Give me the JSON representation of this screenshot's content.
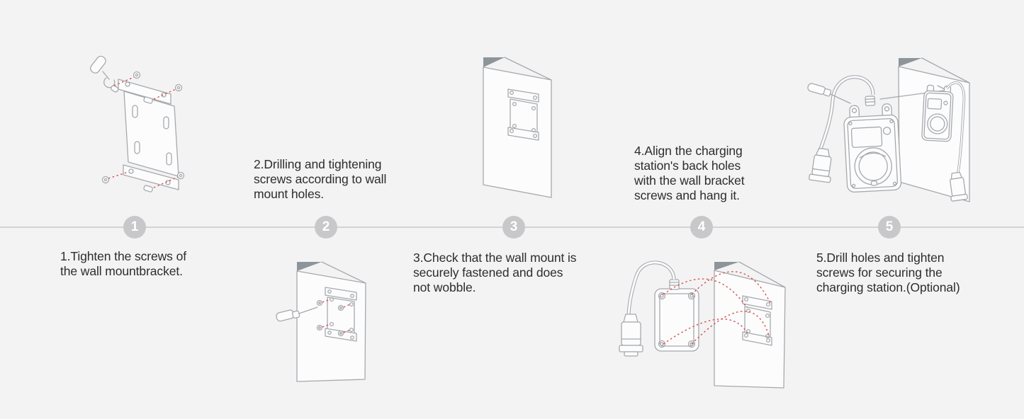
{
  "page": {
    "background": "#f3f3f4",
    "type": "installation-guide"
  },
  "timeline": {
    "line_color": "#d3d3d6",
    "circle_color": "#c8c8ca",
    "number_color": "#ffffff"
  },
  "colors": {
    "line_art": "#a6a9ad",
    "accent_red": "#d6514d",
    "wall_fold": "#8d959b",
    "text": "#2d2d2d",
    "panel_fill": "#fcfcfd"
  },
  "steps": [
    {
      "number": "1",
      "text": "1.Tighten the screws of\nthe wall mountbracket.",
      "illustration": "wall-bracket-with-screwdriver-and-screws",
      "text_position": "below-line"
    },
    {
      "number": "2",
      "text": "2.Drilling and tightening\nscrews according to wall\nmount holes.",
      "illustration": "wall-with-bracket-screwdriver-driving-screws",
      "text_position": "above-line"
    },
    {
      "number": "3",
      "text": "3.Check that the wall mount is\nsecurely fastened and does\nnot wobble.",
      "illustration": "wall-with-fastened-bracket",
      "text_position": "below-line"
    },
    {
      "number": "4",
      "text": "4.Align the charging\nstation's back holes\nwith the wall bracket\nscrews and hang it.",
      "illustration": "charging-station-back-aligned-to-wall-bracket",
      "text_position": "above-line"
    },
    {
      "number": "5",
      "text": "5.Drill holes and tighten\nscrews for securing the\ncharging station.(Optional)",
      "illustration": "charging-station-secured-on-wall",
      "text_position": "below-line"
    }
  ]
}
